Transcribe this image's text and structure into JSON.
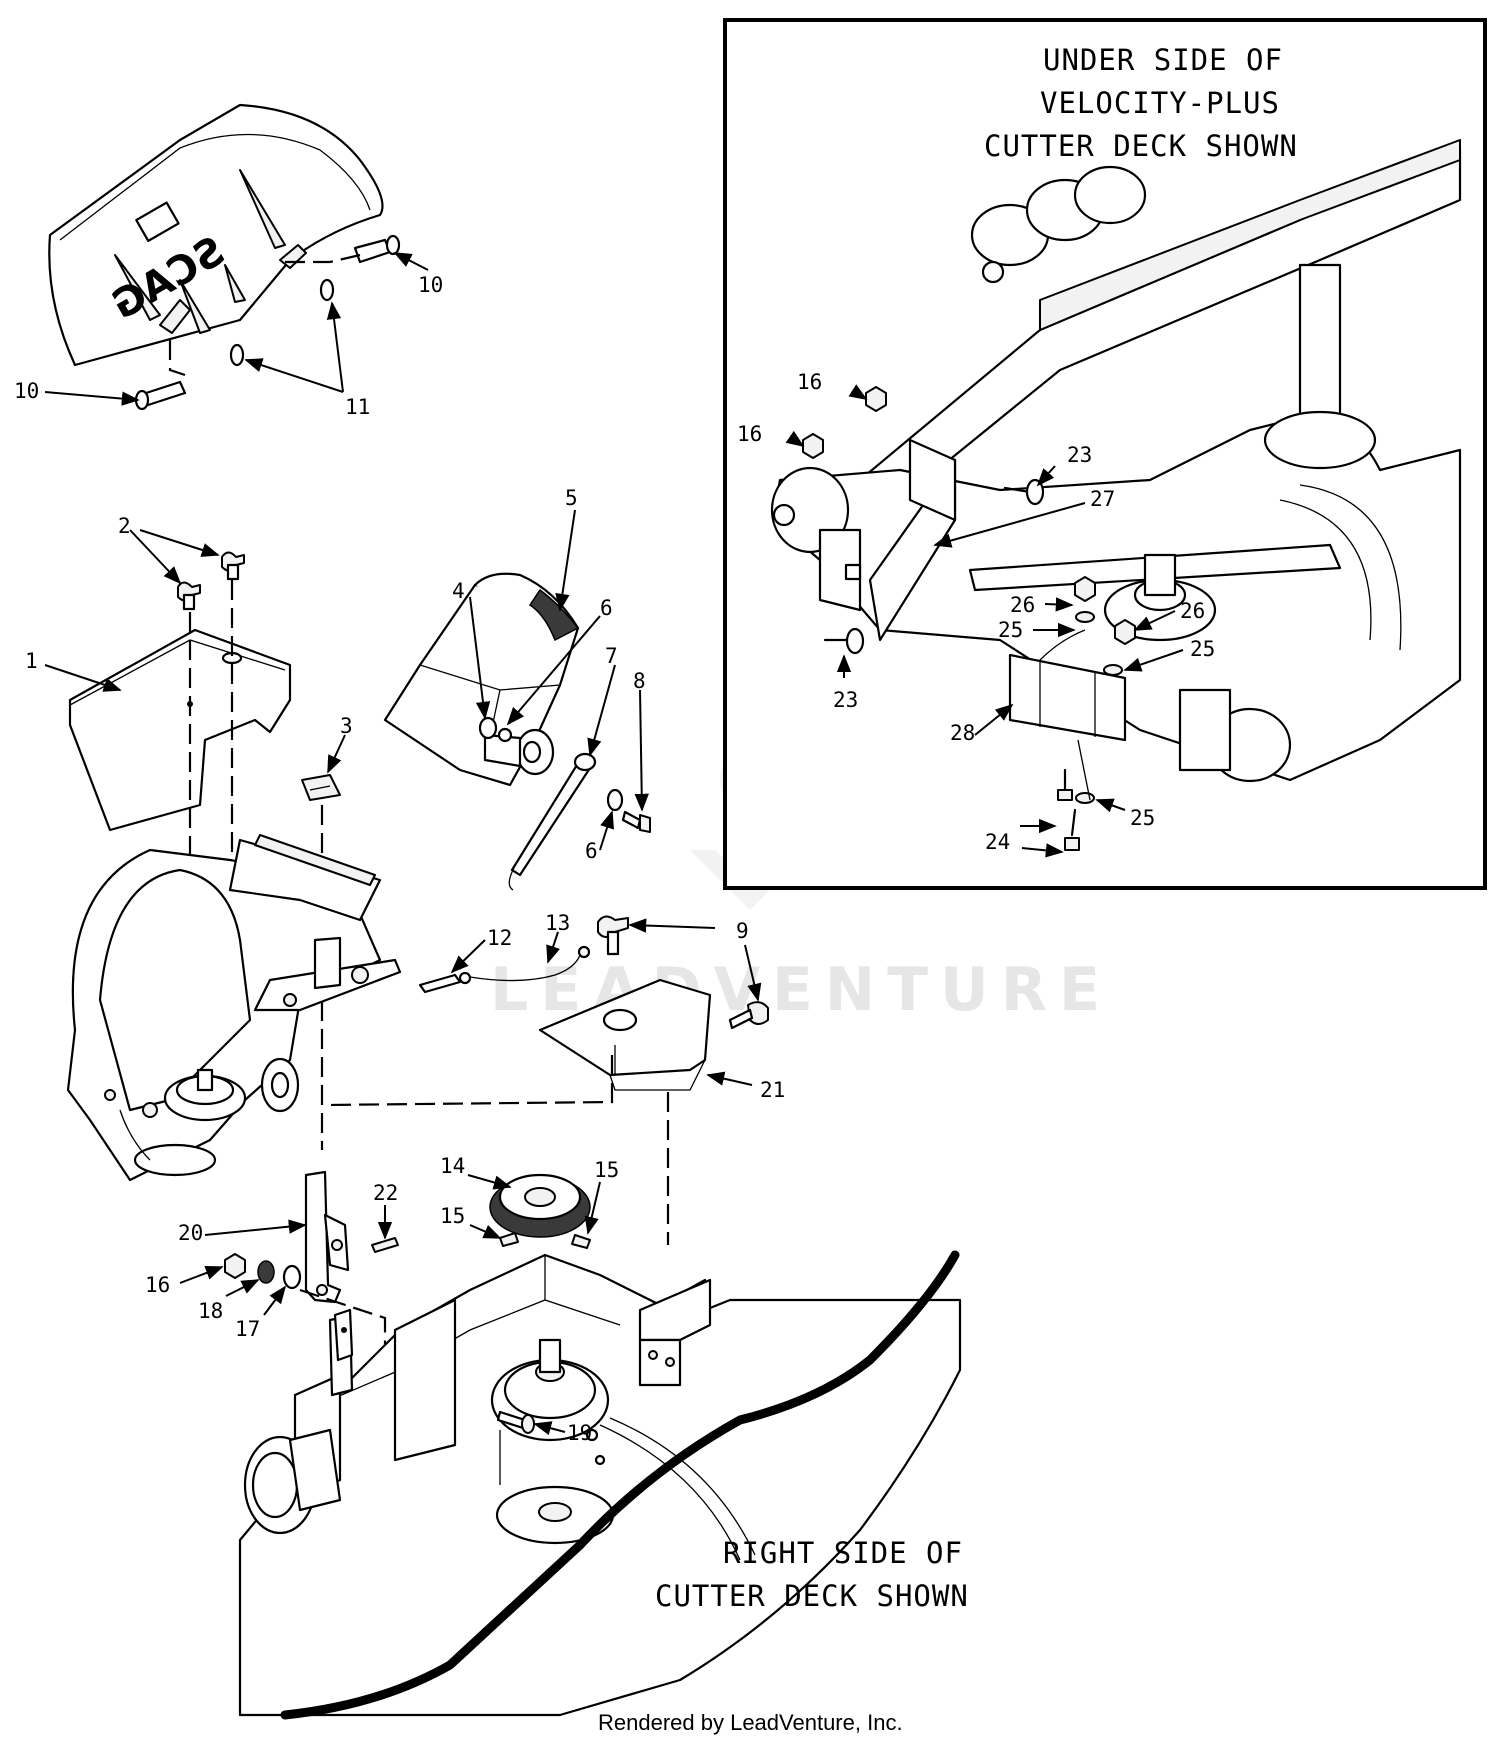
{
  "captions": {
    "underside": [
      "UNDER SIDE OF",
      "VELOCITY-PLUS",
      "CUTTER DECK SHOWN"
    ],
    "rightside": [
      "RIGHT SIDE OF",
      "CUTTER DECK SHOWN"
    ]
  },
  "brand_logo": "SCAG",
  "watermark": "LEADVENTURE",
  "footer": "Rendered by LeadVenture, Inc.",
  "callouts": {
    "c1": "1",
    "c2": "2",
    "c3": "3",
    "c4": "4",
    "c5": "5",
    "c6a": "6",
    "c6b": "6",
    "c7": "7",
    "c8": "8",
    "c9": "9",
    "c10a": "10",
    "c10b": "10",
    "c11": "11",
    "c12": "12",
    "c13": "13",
    "c14": "14",
    "c15a": "15",
    "c15b": "15",
    "c16a": "16",
    "c16b": "16",
    "c16c": "16",
    "c17": "17",
    "c18": "18",
    "c19": "19",
    "c20": "20",
    "c21": "21",
    "c22": "22",
    "c23a": "23",
    "c23b": "23",
    "c24": "24",
    "c25a": "25",
    "c25b": "25",
    "c25c": "25",
    "c26a": "26",
    "c26b": "26",
    "c27": "27",
    "c28": "28"
  }
}
